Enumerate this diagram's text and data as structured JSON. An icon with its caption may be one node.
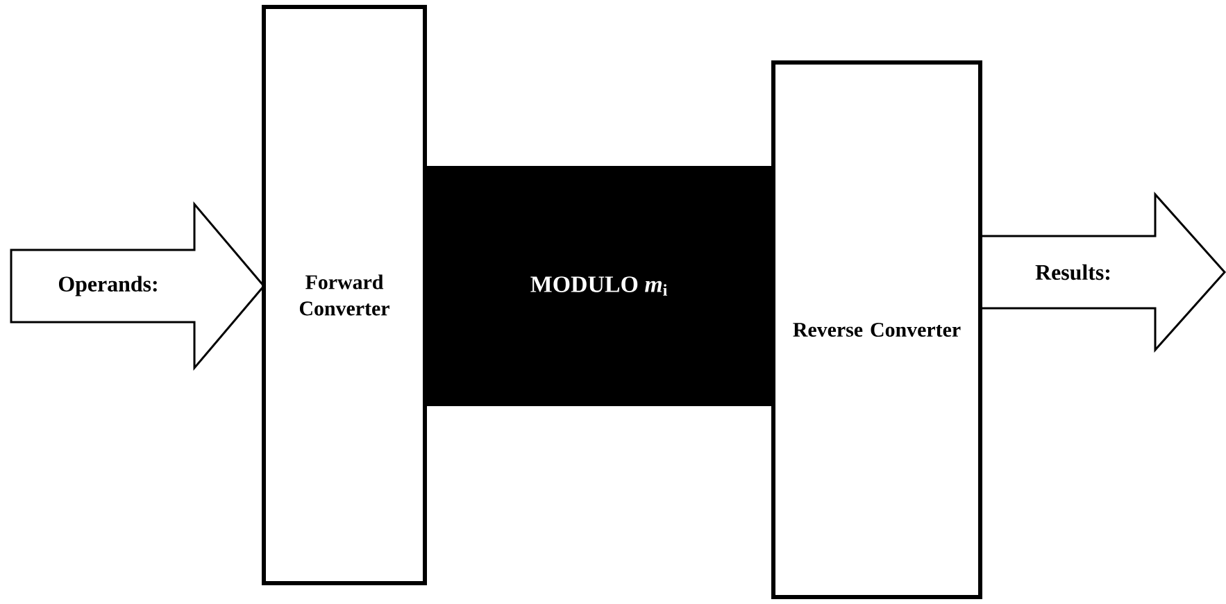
{
  "diagram": {
    "nodes": [
      {
        "text": [
          "Operands:"
        ]
      },
      {
        "text": [
          "Forward Converter"
        ]
      },
      {
        "text": [
          "MODULO *m*$_{i}$"
        ]
      },
      {
        "text": [
          "Reverse Converter"
        ]
      },
      {
        "text": [
          "Results:"
        ]
      }
    ]
  }
}
